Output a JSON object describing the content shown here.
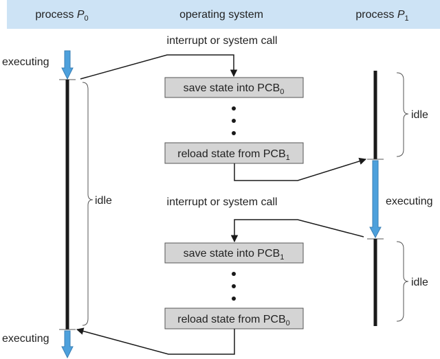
{
  "header": {
    "bg_color": "#cde3f5",
    "process0": {
      "text": "process ",
      "sym": "P",
      "sub": "0"
    },
    "os": "operating system",
    "process1": {
      "text": "process ",
      "sym": "P",
      "sub": "1"
    }
  },
  "colors": {
    "arrow_fill": "#4da0dc",
    "arrow_stroke": "#3a7fb5",
    "line": "#1a1a1a",
    "box": "#d4d4d4"
  },
  "p0": {
    "exec_top": "executing",
    "idle": "idle",
    "exec_bottom": "executing"
  },
  "p1": {
    "idle_top": "idle",
    "executing": "executing",
    "idle_bottom": "idle"
  },
  "os": {
    "interrupt_top": "interrupt or system call",
    "interrupt_mid": "interrupt or system call",
    "box1": {
      "text": "save state into PCB",
      "sub": "0"
    },
    "box2": {
      "text": "reload state from PCB",
      "sub": "1"
    },
    "box3": {
      "text": "save state into PCB",
      "sub": "1"
    },
    "box4": {
      "text": "reload state from PCB",
      "sub": "0"
    }
  }
}
